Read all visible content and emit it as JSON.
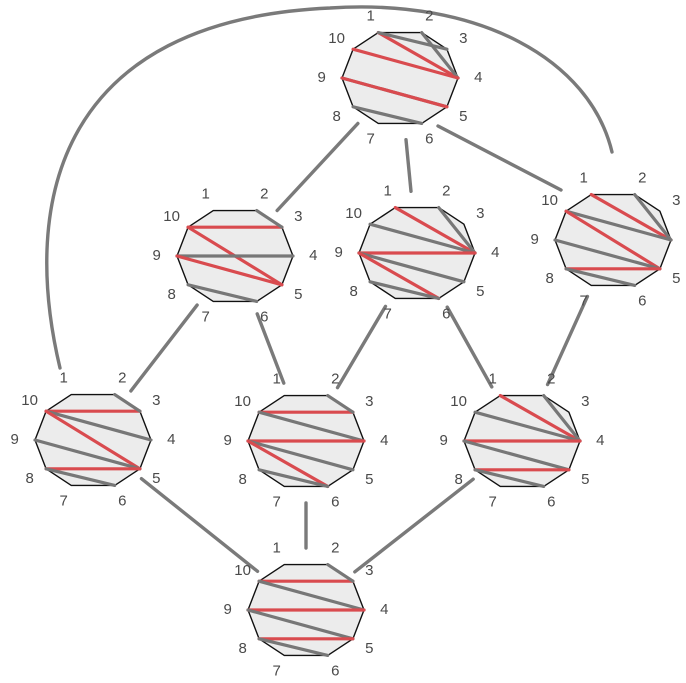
{
  "colors": {
    "red": "#d94b4f",
    "gray": "#777777",
    "edge": "#7a7a7a",
    "fill": "#ececec"
  },
  "vertex_labels": [
    "1",
    "2",
    "3",
    "4",
    "5",
    "6",
    "7",
    "8",
    "9",
    "10"
  ],
  "nodes": [
    {
      "id": "top",
      "diagonals": [
        [
          "red",
          "1-4"
        ],
        [
          "gray",
          "2-4"
        ],
        [
          "gray",
          "1-3"
        ],
        [
          "red",
          "10-4"
        ],
        [
          "gray",
          "9-5"
        ],
        [
          "red",
          "9-5"
        ],
        [
          "gray",
          "8-6"
        ]
      ]
    },
    {
      "id": "mid-left",
      "diagonals": [
        [
          "red",
          "10-3"
        ],
        [
          "gray",
          "2-3"
        ],
        [
          "red",
          "10-5"
        ],
        [
          "gray",
          "9-4"
        ],
        [
          "red",
          "9-5"
        ],
        [
          "gray",
          "8-6"
        ]
      ]
    },
    {
      "id": "mid-center",
      "diagonals": [
        [
          "red",
          "1-4"
        ],
        [
          "gray",
          "2-4"
        ],
        [
          "gray",
          "10-4"
        ],
        [
          "red",
          "9-4"
        ],
        [
          "gray",
          "9-5"
        ],
        [
          "red",
          "9-6"
        ],
        [
          "gray",
          "8-6"
        ]
      ]
    },
    {
      "id": "mid-right",
      "diagonals": [
        [
          "red",
          "1-4"
        ],
        [
          "gray",
          "2-4"
        ],
        [
          "gray",
          "10-4"
        ],
        [
          "red",
          "10-5"
        ],
        [
          "gray",
          "9-5"
        ],
        [
          "red",
          "8-5"
        ],
        [
          "gray",
          "8-6"
        ]
      ]
    },
    {
      "id": "low-left",
      "diagonals": [
        [
          "red",
          "10-3"
        ],
        [
          "gray",
          "2-3"
        ],
        [
          "gray",
          "10-4"
        ],
        [
          "red",
          "10-5"
        ],
        [
          "gray",
          "9-5"
        ],
        [
          "red",
          "8-5"
        ],
        [
          "gray",
          "8-6"
        ]
      ]
    },
    {
      "id": "low-center",
      "diagonals": [
        [
          "red",
          "10-3"
        ],
        [
          "gray",
          "2-3"
        ],
        [
          "gray",
          "10-4"
        ],
        [
          "red",
          "9-4"
        ],
        [
          "gray",
          "9-5"
        ],
        [
          "red",
          "9-6"
        ],
        [
          "gray",
          "8-6"
        ]
      ]
    },
    {
      "id": "low-right",
      "diagonals": [
        [
          "red",
          "1-4"
        ],
        [
          "gray",
          "2-4"
        ],
        [
          "gray",
          "10-4"
        ],
        [
          "red",
          "9-4"
        ],
        [
          "gray",
          "9-5"
        ],
        [
          "red",
          "8-5"
        ],
        [
          "gray",
          "8-6"
        ]
      ]
    },
    {
      "id": "bottom",
      "diagonals": [
        [
          "red",
          "10-3"
        ],
        [
          "gray",
          "2-3"
        ],
        [
          "gray",
          "10-4"
        ],
        [
          "red",
          "9-4"
        ],
        [
          "gray",
          "9-5"
        ],
        [
          "red",
          "8-5"
        ],
        [
          "gray",
          "8-6"
        ]
      ]
    }
  ],
  "edges": [
    [
      "top",
      "mid-left"
    ],
    [
      "top",
      "mid-center"
    ],
    [
      "top",
      "mid-right"
    ],
    [
      "top",
      "low-left"
    ],
    [
      "mid-left",
      "low-left"
    ],
    [
      "mid-left",
      "low-center"
    ],
    [
      "mid-center",
      "low-center"
    ],
    [
      "mid-center",
      "low-right"
    ],
    [
      "mid-right",
      "low-right"
    ],
    [
      "low-left",
      "bottom"
    ],
    [
      "low-center",
      "bottom"
    ],
    [
      "low-right",
      "bottom"
    ]
  ]
}
